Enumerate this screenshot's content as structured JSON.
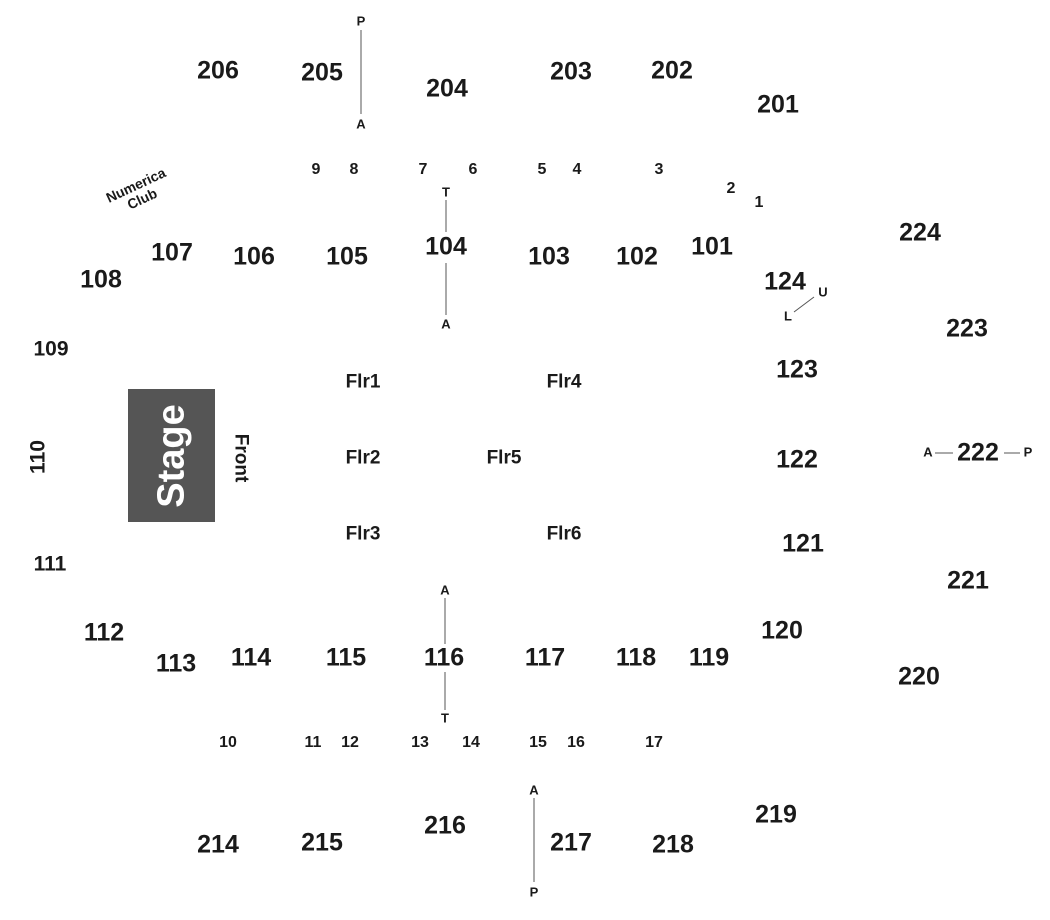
{
  "stage": {
    "label": "Stage",
    "front_label": "Front",
    "color": "#555555"
  },
  "club": {
    "line1": "Numerica",
    "line2": "Club"
  },
  "upper_sections": {
    "s201": "201",
    "s202": "202",
    "s203": "203",
    "s204": "204",
    "s205": "205",
    "s206": "206",
    "s214": "214",
    "s215": "215",
    "s216": "216",
    "s217": "217",
    "s218": "218",
    "s219": "219",
    "s220": "220",
    "s221": "221",
    "s222": "222",
    "s223": "223",
    "s224": "224"
  },
  "lower_sections": {
    "s101": "101",
    "s102": "102",
    "s103": "103",
    "s104": "104",
    "s105": "105",
    "s106": "106",
    "s107": "107",
    "s108": "108",
    "s109": "109",
    "s110": "110",
    "s111": "111",
    "s112": "112",
    "s113": "113",
    "s114": "114",
    "s115": "115",
    "s116": "116",
    "s117": "117",
    "s118": "118",
    "s119": "119",
    "s120": "120",
    "s121": "121",
    "s122": "122",
    "s123": "123",
    "s124": "124"
  },
  "boxes": {
    "b1": "1",
    "b2": "2",
    "b3": "3",
    "b4": "4",
    "b5": "5",
    "b6": "6",
    "b7": "7",
    "b8": "8",
    "b9": "9",
    "b10": "10",
    "b11": "11",
    "b12": "12",
    "b13": "13",
    "b14": "14",
    "b15": "15",
    "b16": "16",
    "b17": "17"
  },
  "floor": {
    "f1": "Flr1",
    "f2": "Flr2",
    "f3": "Flr3",
    "f4": "Flr4",
    "f5": "Flr5",
    "f6": "Flr6"
  },
  "markers": {
    "a": "A",
    "p": "P",
    "t": "T",
    "u": "U",
    "l": "L"
  }
}
